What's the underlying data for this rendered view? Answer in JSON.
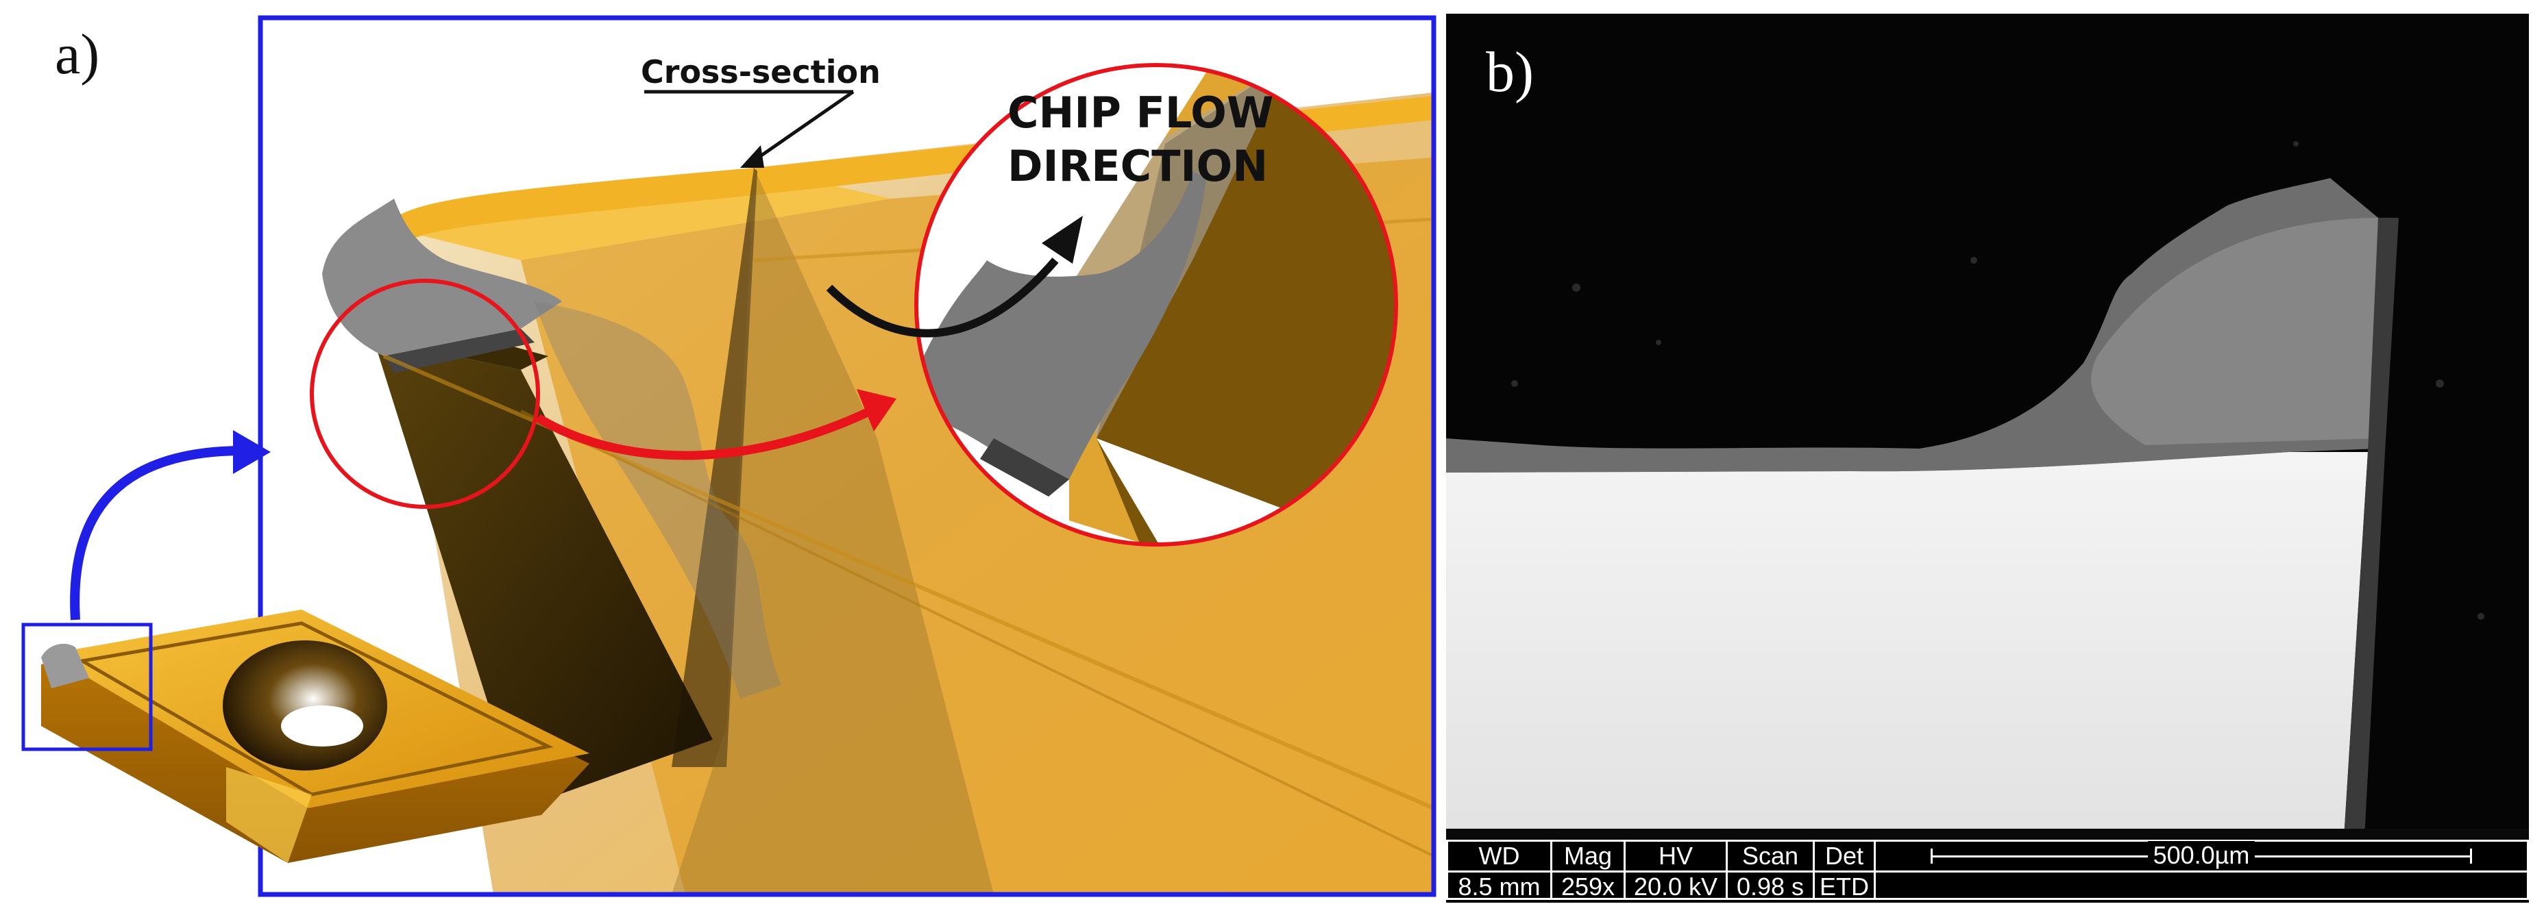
{
  "panel_a": {
    "label": "a)",
    "callouts": {
      "cross_section": "Cross-section",
      "chip_flow_line1": "CHIP FLOW",
      "chip_flow_line2": "DIRECTION"
    },
    "colors": {
      "frame": "#1f1fe6",
      "zoom_circle": "#e8141c",
      "insert": "#f0a81a",
      "chip": "#7a7a7a"
    }
  },
  "panel_b": {
    "label": "b)",
    "sem_info": {
      "columns": [
        {
          "header": "WD",
          "value": "8.5 mm"
        },
        {
          "header": "Mag",
          "value": "259x"
        },
        {
          "header": "HV",
          "value": "20.0 kV"
        },
        {
          "header": "Scan",
          "value": "0.98 s"
        },
        {
          "header": "Det",
          "value": "ETD"
        }
      ],
      "scale_label": "500.0µm"
    }
  }
}
